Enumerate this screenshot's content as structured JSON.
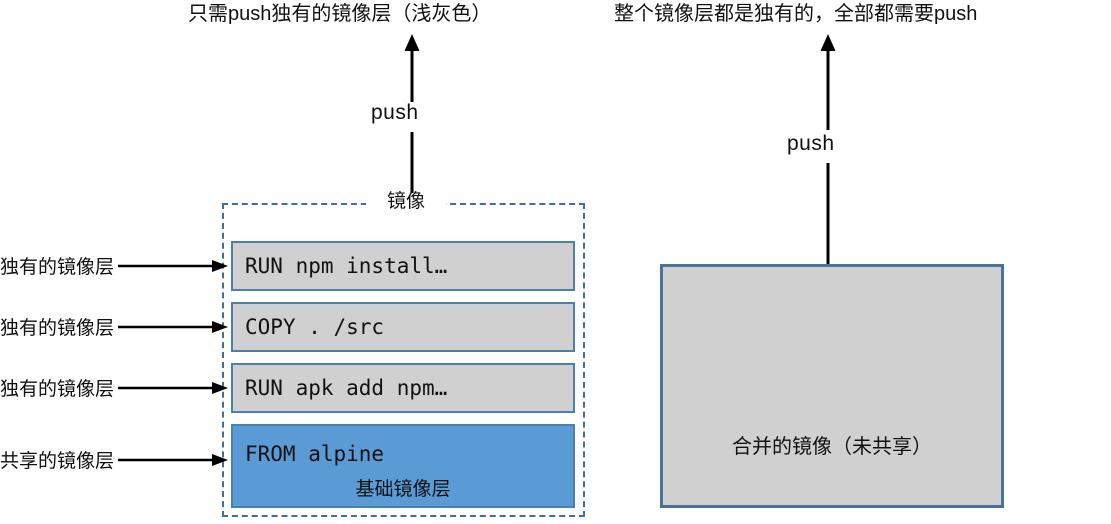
{
  "diagram": {
    "left_panel": {
      "title": "只需push独有的镜像层（浅灰色）",
      "push_label": "push",
      "container_label": "镜像",
      "layers": [
        {
          "command": "RUN npm install…",
          "annotation": "独有的镜像层",
          "kind": "unique"
        },
        {
          "command": "COPY . /src",
          "annotation": "独有的镜像层",
          "kind": "unique"
        },
        {
          "command": "RUN apk add npm…",
          "annotation": "独有的镜像层",
          "kind": "unique"
        },
        {
          "command": "FROM alpine",
          "annotation": "共享的镜像层",
          "kind": "base",
          "caption": "基础镜像层"
        }
      ]
    },
    "right_panel": {
      "title": "整个镜像层都是独有的，全部都需要push",
      "push_label": "push",
      "box_caption": "合并的镜像（未共享）"
    },
    "colors": {
      "unique_layer_fill": "#d0d0d0",
      "base_layer_fill": "#5b9bd5",
      "layer_border": "#4a7fae",
      "dashed_border": "#3f6f93",
      "merged_box_fill": "#d0d0d0",
      "merged_box_border": "#4a7298",
      "arrow": "#000000",
      "text": "#111111"
    }
  }
}
